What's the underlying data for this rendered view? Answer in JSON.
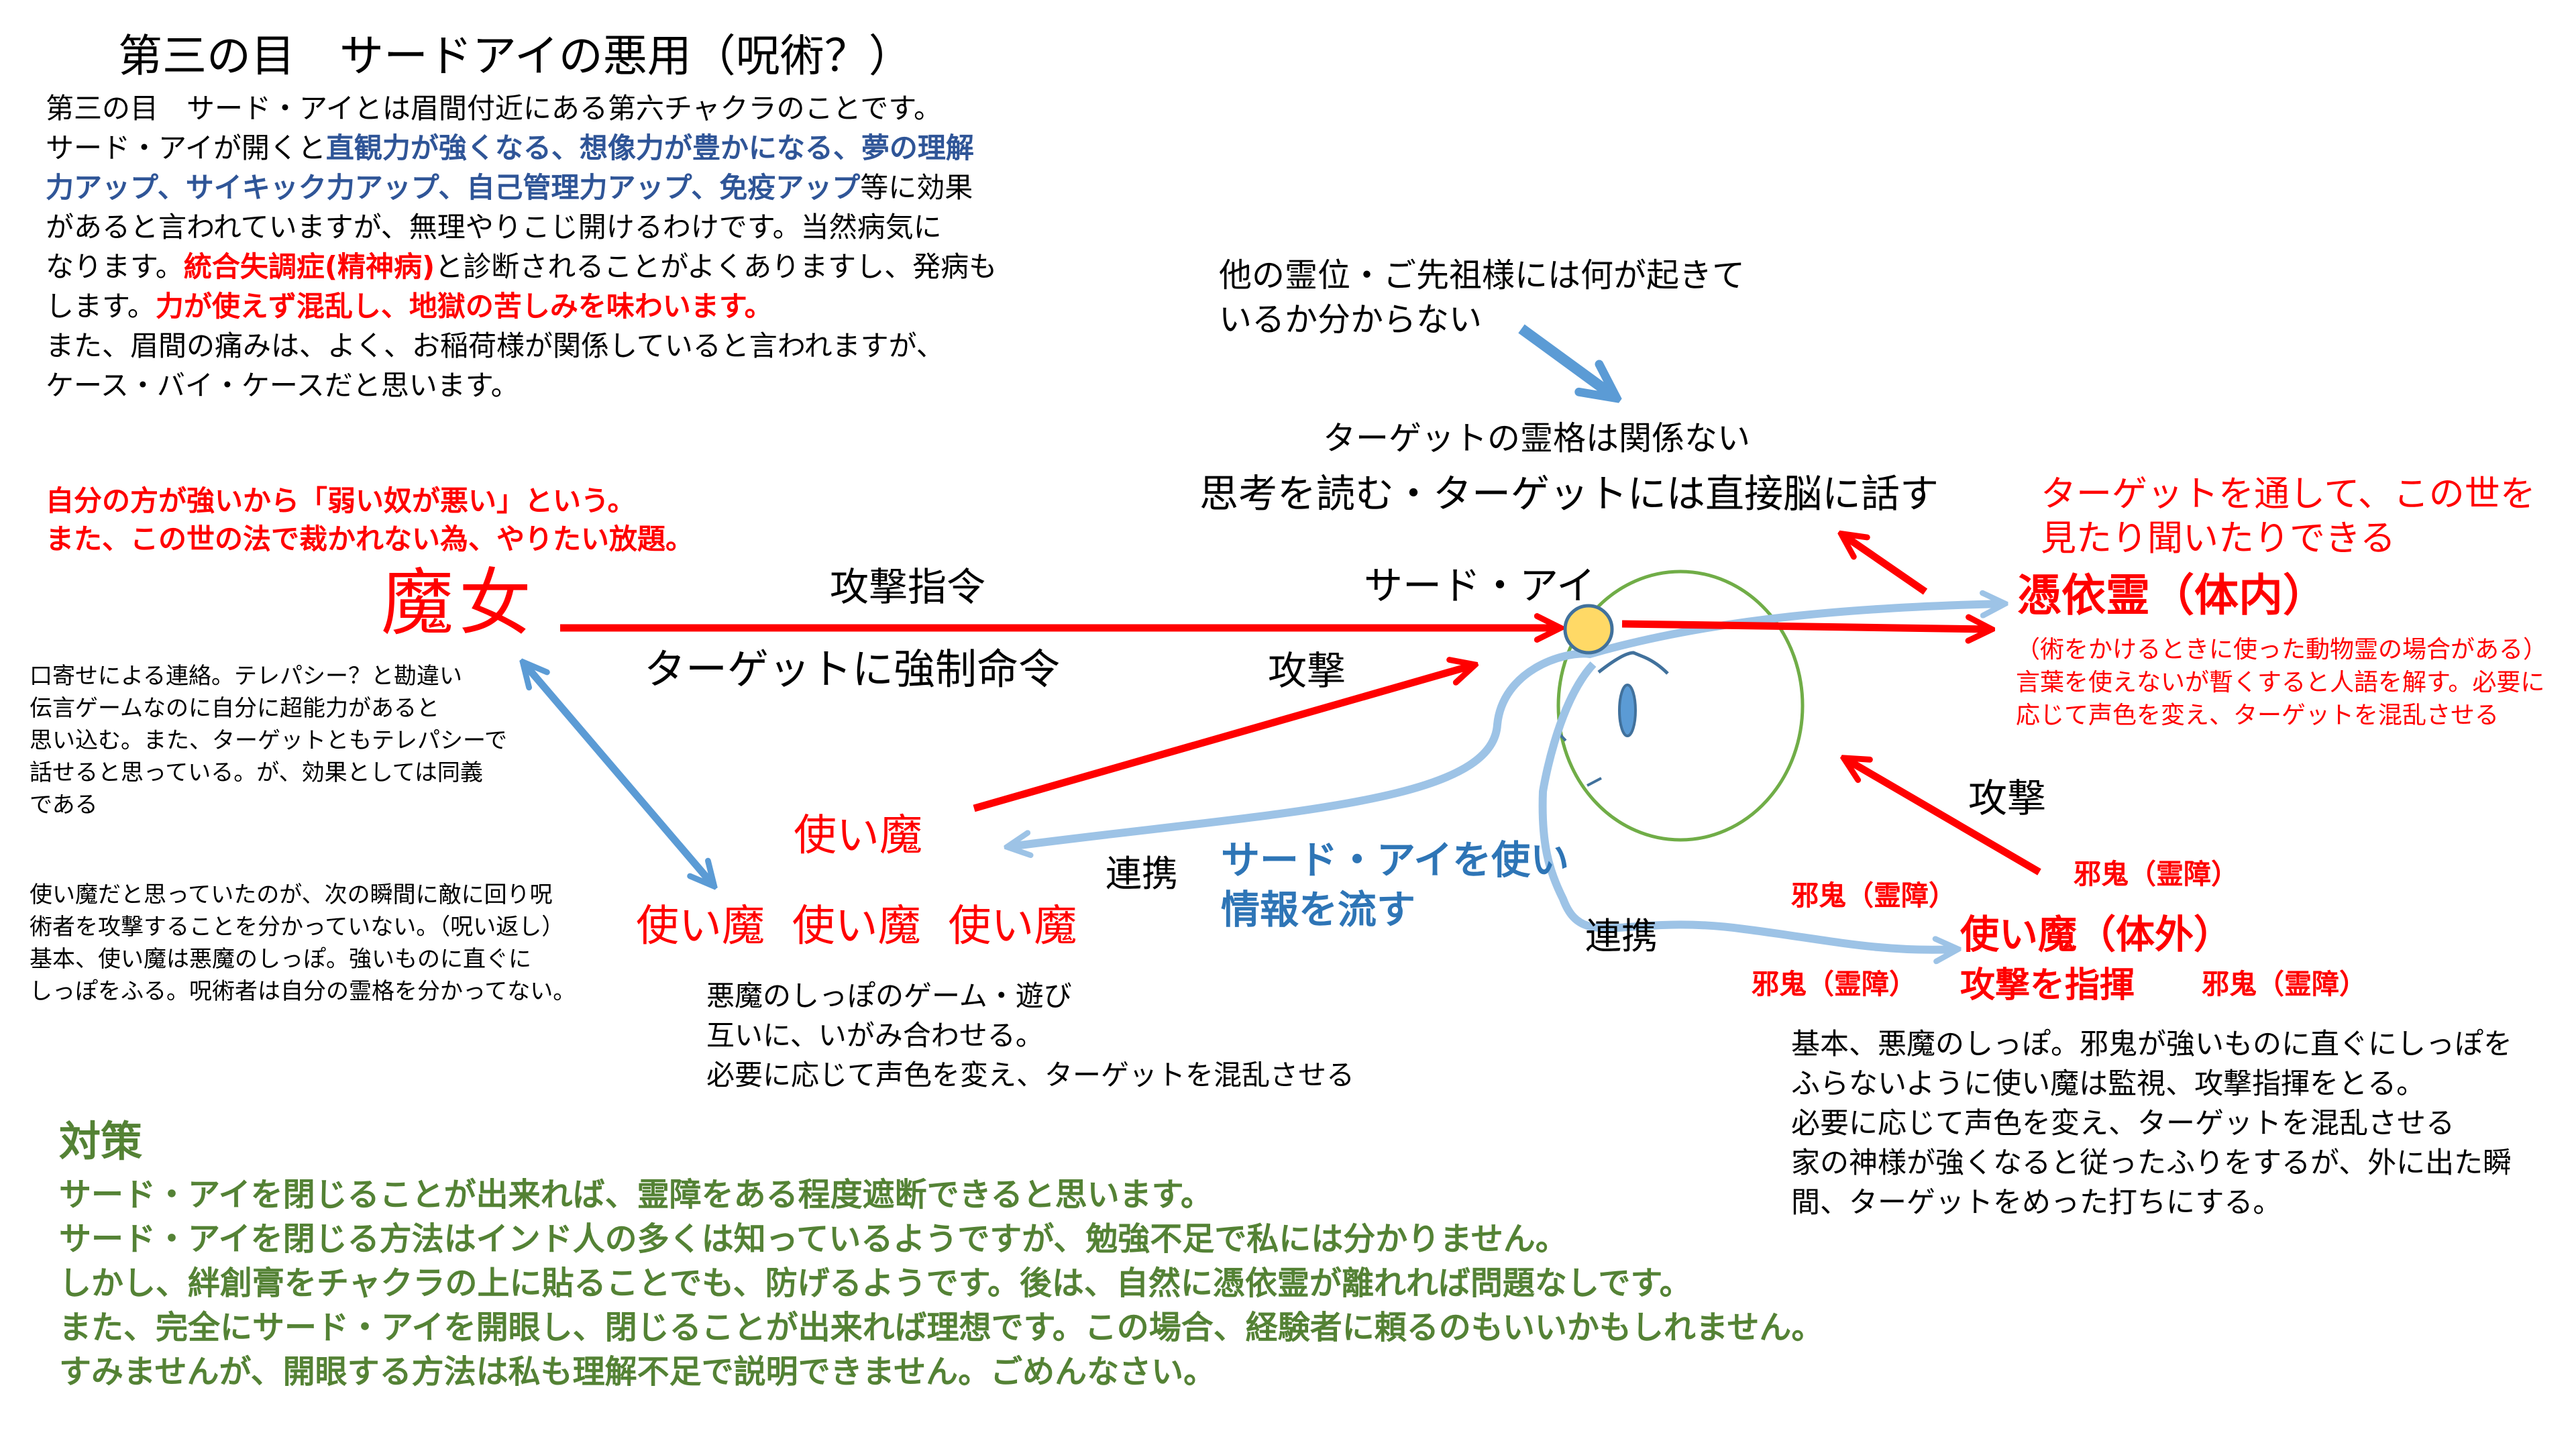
{
  "title": "第三の目　サードアイの悪用（呪術？）",
  "intro": {
    "lines": [
      [
        {
          "text": "第三の目　サード・アイとは眉間付近にある第六チャクラのことです。",
          "c": "black"
        }
      ],
      [
        {
          "text": "サード・アイが開くと",
          "c": "black"
        },
        {
          "text": "直観力が強くなる、想像力が豊かになる、夢の理解",
          "c": "blue"
        }
      ],
      [
        {
          "text": "力アップ、サイキック力アップ、自己管理力アップ、免疫アップ",
          "c": "blue"
        },
        {
          "text": "等に効果",
          "c": "black"
        }
      ],
      [
        {
          "text": "があると言われていますが、無理やりこじ開けるわけです。当然病気に",
          "c": "black"
        }
      ],
      [
        {
          "text": "なります。",
          "c": "black"
        },
        {
          "text": "統合失調症(精神病)",
          "c": "red"
        },
        {
          "text": "と診断されることがよくありますし、発病も",
          "c": "black"
        }
      ],
      [
        {
          "text": "します。",
          "c": "black"
        },
        {
          "text": "力が使えず混乱し、地獄の苦しみを味わいます。",
          "c": "red"
        }
      ],
      [
        {
          "text": "また、眉間の痛みは、よく、お稲荷様が関係していると言われますが、",
          "c": "black"
        }
      ],
      [
        {
          "text": "ケース・バイ・ケースだと思います。",
          "c": "black"
        }
      ]
    ]
  },
  "witch_note": [
    "自分の方が強いから「弱い奴が悪い」という。",
    "また、この世の法で裁かれない為、やりたい放題。"
  ],
  "witch": "魔女",
  "command_label": "攻撃指令",
  "forced_command": "ターゲットに強制命令",
  "third_eye_label": "サード・アイ",
  "attack_label_1": "攻撃",
  "attack_label_2": "攻撃",
  "left_note_1": [
    "口寄せによる連絡。テレパシー？と勘違い",
    "伝言ゲームなのに自分に超能力があると",
    "思い込む。また、ターゲットともテレパシーで",
    "話せると思っている。が、効果としては同義",
    "である"
  ],
  "left_note_2": [
    "使い魔だと思っていたのが、次の瞬間に敵に回り呪",
    "術者を攻撃することを分かっていない。（呪い返し）",
    "基本、使い魔は悪魔のしっぽ。強いものに直ぐに",
    "しっぽをふる。呪術者は自分の霊格を分かってない。"
  ],
  "familiar": "使い魔",
  "familiars_row": "使い魔  使い魔  使い魔",
  "familiar_note": [
    "悪魔のしっぽのゲーム・遊び",
    "互いに、いがみ合わせる。",
    "必要に応じて声色を変え、ターゲットを混乱させる"
  ],
  "cooperation_1": "連携",
  "cooperation_2": "連携",
  "info_flow": [
    "サード・アイを使い",
    "情報を流す"
  ],
  "ancestors_note": [
    "他の霊位・ご先祖様には何が起きて",
    "いるか分からない"
  ],
  "rank_note": "ターゲットの霊格は関係ない",
  "mind_reading": "思考を読む・ターゲットには直接脳に話す",
  "see_hear": [
    "ターゲットを通して、この世を",
    "見たり聞いたりできる"
  ],
  "possessing_spirit": "憑依霊（体内）",
  "possessing_note": [
    "（術をかけるときに使った動物霊の場合がある）",
    "言葉を使えないが暫くすると人語を解す。必要に",
    "応じて声色を変え、ターゲットを混乱させる"
  ],
  "evil_spirits": [
    "邪鬼（霊障）",
    "邪鬼（霊障）",
    "邪鬼（霊障）",
    "邪鬼（霊障）"
  ],
  "external_familiar": "使い魔（体外）",
  "command_attack": "攻撃を指揮",
  "external_note": [
    "基本、悪魔のしっぽ。邪鬼が強いものに直ぐにしっぽを",
    "ふらないように使い魔は監視、攻撃指揮をとる。",
    "必要に応じて声色を変え、ターゲットを混乱させる",
    "家の神様が強くなると従ったふりをするが、外に出た瞬",
    "間、ターゲットをめった打ちにする。"
  ],
  "countermeasures": {
    "heading": "対策",
    "lines": [
      "サード・アイを閉じることが出来れば、霊障をある程度遮断できると思います。",
      "サード・アイを閉じる方法はインド人の多くは知っているようですが、勉強不足で私には分かりません。",
      "しかし、絆創膏をチャクラの上に貼ることでも、防げるようです。後は、自然に憑依霊が離れれば問題なしです。",
      "また、完全にサード・アイを開眼し、閉じることが出来れば理想です。この場合、経験者に頼るのもいいかもしれません。",
      "すみませんが、開眼する方法は私も理解不足で説明できません。ごめんなさい。"
    ]
  },
  "colors": {
    "red": "#ff0000",
    "blue_text": "#2f5597",
    "arrow_blue": "#5b9bd5",
    "flow_blue": "#9dc3e6",
    "green": "#548235",
    "yellow": "#ffd966",
    "head": "#70ad47"
  }
}
